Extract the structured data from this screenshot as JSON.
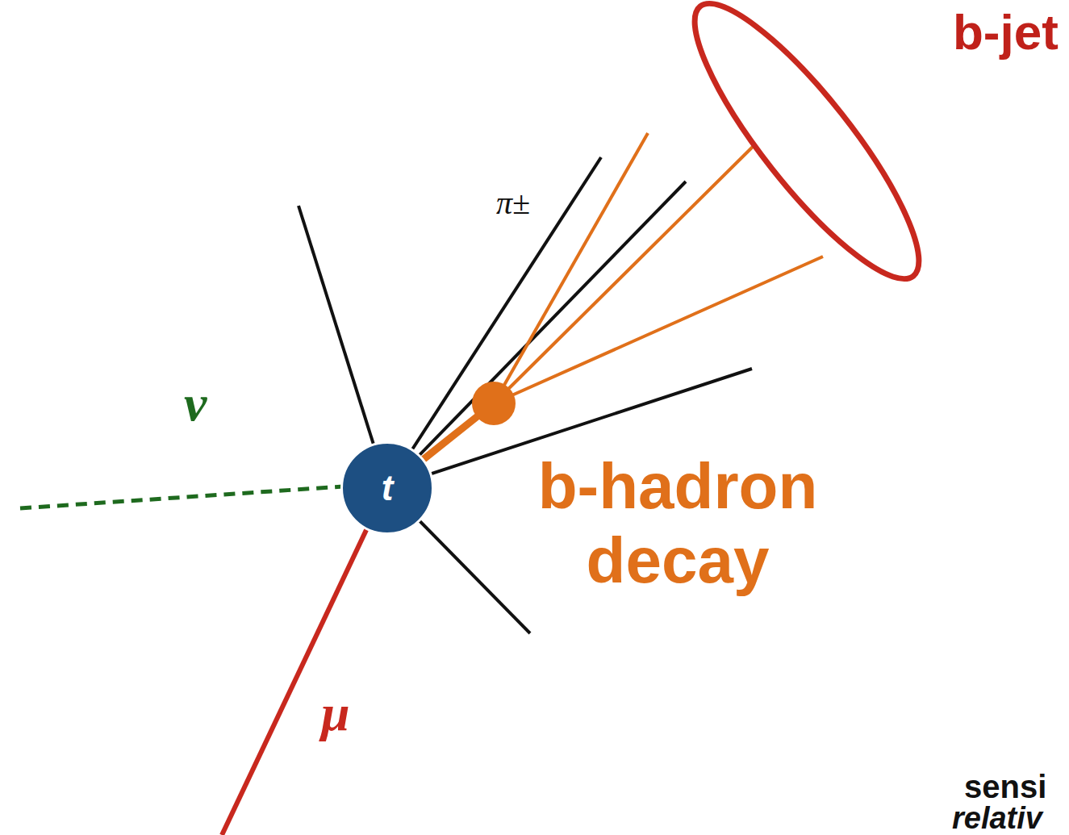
{
  "diagram": {
    "nodes": [
      {
        "text": [
          "b-jet"
        ]
      },
      {
        "text": [
          "t"
        ]
      },
      {
        "text": [
          "b-hadron decay"
        ]
      }
    ],
    "edges": [
      {
        "from": 1,
        "to": 2,
        "arrow": "none"
      },
      {
        "from": 2,
        "to": 0,
        "arrow": "none"
      }
    ],
    "labels": [
      "π±",
      "ν",
      "μ",
      "sensi",
      "relativ"
    ]
  }
}
